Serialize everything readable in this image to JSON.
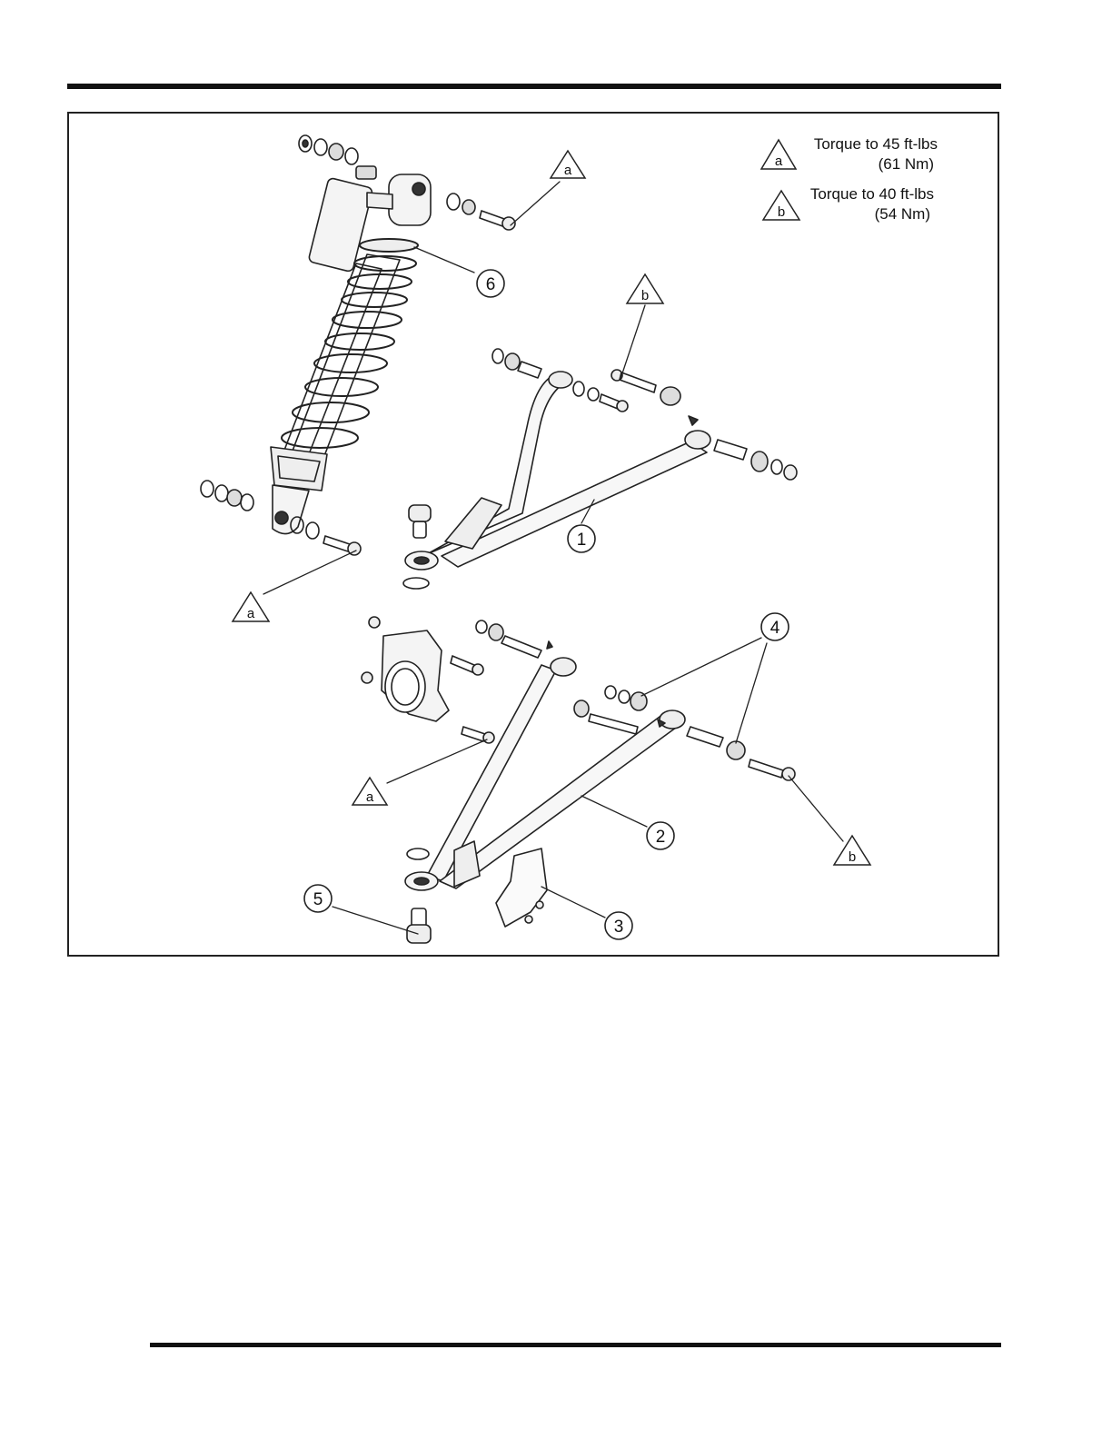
{
  "legend": {
    "a": {
      "symbol": "a",
      "line1": "Torque to 45 ft-lbs",
      "line2": "(61 Nm)"
    },
    "b": {
      "symbol": "b",
      "line1": "Torque to 40 ft-lbs",
      "line2": "(54 Nm)"
    }
  },
  "callouts": {
    "c1": "1",
    "c2": "2",
    "c3": "3",
    "c4": "4",
    "c5": "5",
    "c6": "6"
  },
  "torque_marks": {
    "t1": "a",
    "t2": "b",
    "t3": "a",
    "t4": "a",
    "t5": "b"
  }
}
